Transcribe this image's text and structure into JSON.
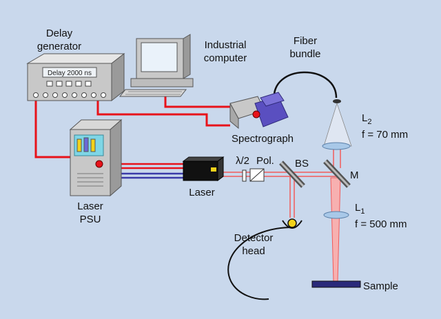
{
  "labels": {
    "delay_generator_1": "Delay",
    "delay_generator_2": "generator",
    "delay_display": "Delay 2000 ns",
    "computer_1": "Industrial",
    "computer_2": "computer",
    "fiber_1": "Fiber",
    "fiber_2": "bundle",
    "spectrograph": "Spectrograph",
    "l2_letter": "L",
    "l2_sub": "2",
    "l2_focal": "f = 70 mm",
    "half_wave": "λ/2",
    "pol": "Pol.",
    "bs": "BS",
    "mirror": "M",
    "laser": "Laser",
    "psu_1": "Laser",
    "psu_2": "PSU",
    "l1_letter": "L",
    "l1_sub": "1",
    "l1_focal": "f = 500 mm",
    "detector_1": "Detector",
    "detector_2": "head",
    "sample": "Sample"
  },
  "colors": {
    "background": "#c9d8ec",
    "cable_red": "#e8121a",
    "beam_red": "#f25a5a",
    "cable_blue": "#3a3aa8",
    "device_gray": "#c8c8c8",
    "spectrograph_purple": "#5a4fc0",
    "lens_blue": "#a8c8e8",
    "sample_navy": "#2a2a7a",
    "detector_yellow": "#f2d21a"
  }
}
